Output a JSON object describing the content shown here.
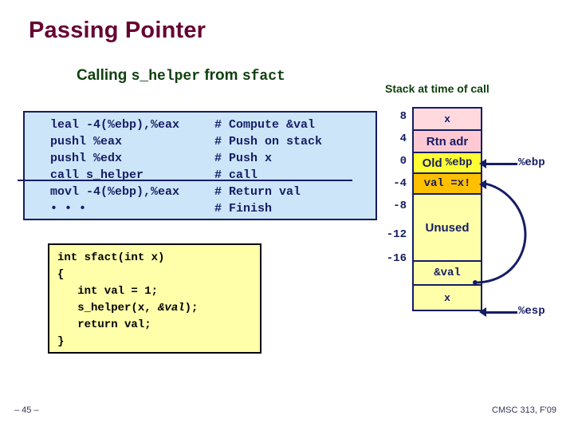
{
  "slide": {
    "title": "Passing Pointer",
    "subtitle": {
      "part1": "Calling ",
      "code1": "s_helper",
      "part2": " from ",
      "code2": "sfact"
    }
  },
  "asm_block": {
    "lines": [
      {
        "instruction": "leal -4(%ebp),%eax",
        "comment": "# Compute &val"
      },
      {
        "instruction": "pushl %eax",
        "comment": "# Push on stack"
      },
      {
        "instruction": "pushl %edx",
        "comment": "# Push x"
      },
      {
        "instruction": "call s_helper",
        "comment": "# call"
      },
      {
        "instruction": "movl -4(%ebp),%eax",
        "comment": "# Return val"
      },
      {
        "instruction": "• • •",
        "comment": "# Finish"
      }
    ]
  },
  "c_block": {
    "lines": [
      "int sfact(int x)",
      "{",
      "   int val = 1;",
      "   s_helper(x, ",
      "   return val;",
      "}"
    ],
    "italic_arg": "&val",
    "call_tail": ");"
  },
  "stack": {
    "heading": "Stack at time of call",
    "offsets": [
      "8",
      "4",
      "0",
      "-4",
      "-8",
      "-12",
      "-16"
    ],
    "cells": [
      {
        "label": "x",
        "color": "#ffd9de"
      },
      {
        "label": "Rtn adr",
        "color": "#ffc9d4"
      },
      {
        "label_a": "Old ",
        "label_b": "%ebp",
        "color": "#ffff33"
      },
      {
        "label": "val =x!",
        "color": "#ffc000"
      },
      {
        "label": "Unused",
        "color": "#ffffaa"
      },
      {
        "label": "&val",
        "color": "#ffffaa"
      },
      {
        "label": "x",
        "color": "#ffffaa"
      }
    ],
    "pointers": {
      "ebp": "%ebp",
      "esp": "%esp"
    }
  },
  "footer": {
    "page": "– 45 –",
    "course": "CMSC 313, F'09"
  },
  "colors": {
    "title": "#660033",
    "heading_green": "#104010",
    "navy": "#151d64",
    "asm_bg": "#cce5f9",
    "c_bg": "#ffffaa",
    "highlight_orange": "#ffc000"
  }
}
